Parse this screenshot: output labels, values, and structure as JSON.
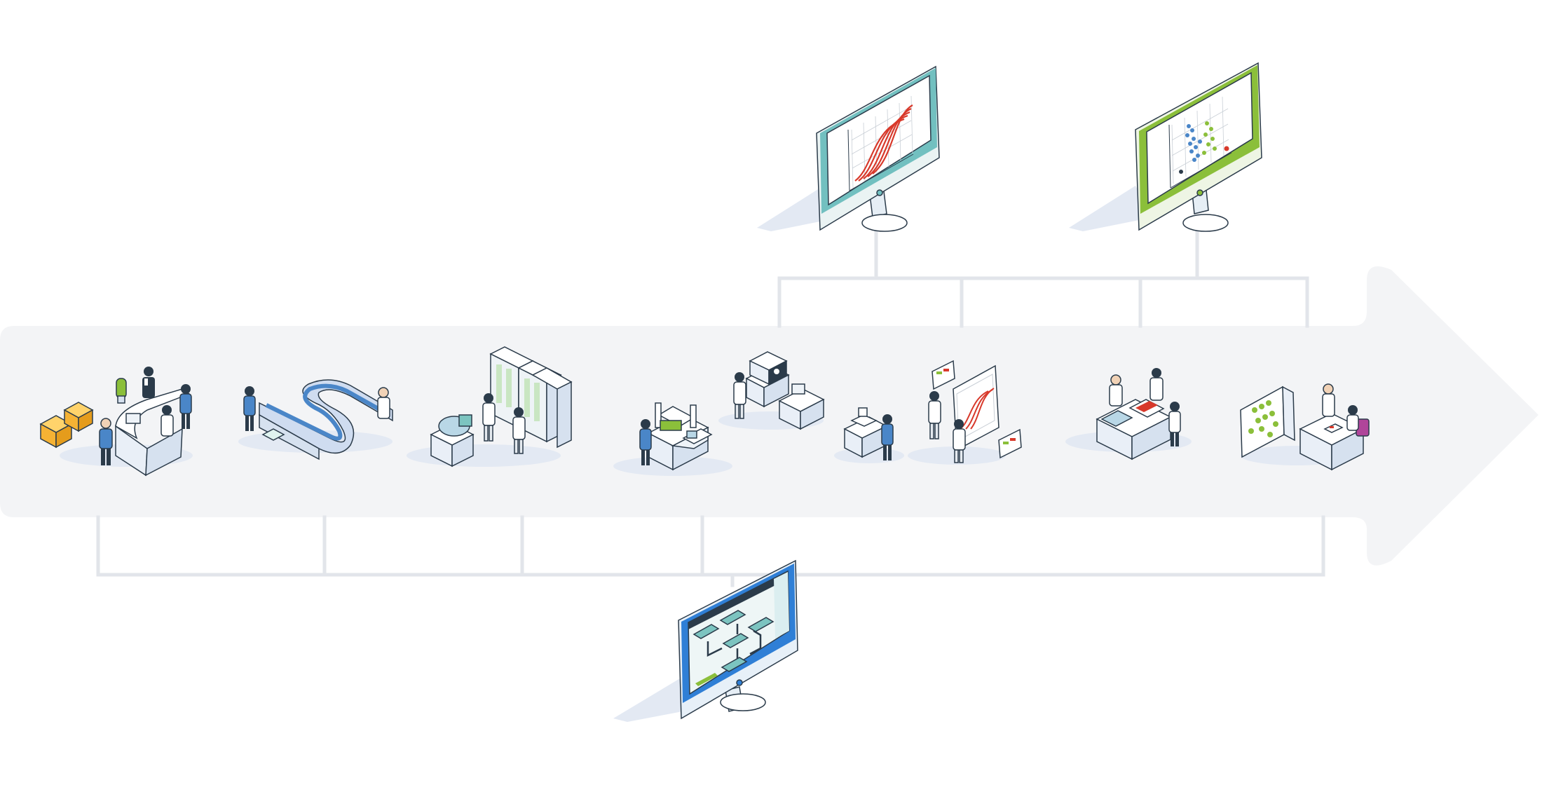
{
  "diagram": {
    "type": "workflow-infographic",
    "arrow_color": "#f3f4f6",
    "connector_color": "#e2e5ea",
    "stages": [
      {
        "id": "sample-reception",
        "icon": "sample-reception-desk-icon"
      },
      {
        "id": "sample-conveyor",
        "icon": "sample-conveyor-icon"
      },
      {
        "id": "sample-storage",
        "icon": "storage-freezers-icon"
      },
      {
        "id": "sample-preparation",
        "icon": "lab-bench-instrument-icon"
      },
      {
        "id": "sequencing-instrument",
        "icon": "sequencer-instrument-icon"
      },
      {
        "id": "reporting-print",
        "icon": "printer-desk-icon"
      },
      {
        "id": "data-review",
        "icon": "data-review-screens-icon"
      },
      {
        "id": "results-discussion",
        "icon": "results-table-icon"
      },
      {
        "id": "results-delivery",
        "icon": "results-delivery-desk-icon"
      }
    ],
    "monitors": [
      {
        "id": "amplification-curves",
        "frame_color": "#72c0c0",
        "chart": "red-sigmoid-curves"
      },
      {
        "id": "scatter-plot",
        "frame_color": "#8bbf3a",
        "chart": "blue-green-scatter"
      },
      {
        "id": "workflow-software",
        "frame_color": "#2f7fd6",
        "chart": "flowchart"
      }
    ],
    "palette": {
      "accent_red": "#d8392b",
      "accent_blue": "#4a86c8",
      "accent_green": "#8bbf3a",
      "accent_teal": "#7cc4c0",
      "accent_orange": "#f5b234",
      "accent_purple": "#b0459a",
      "outline": "#2b3b4a"
    }
  }
}
